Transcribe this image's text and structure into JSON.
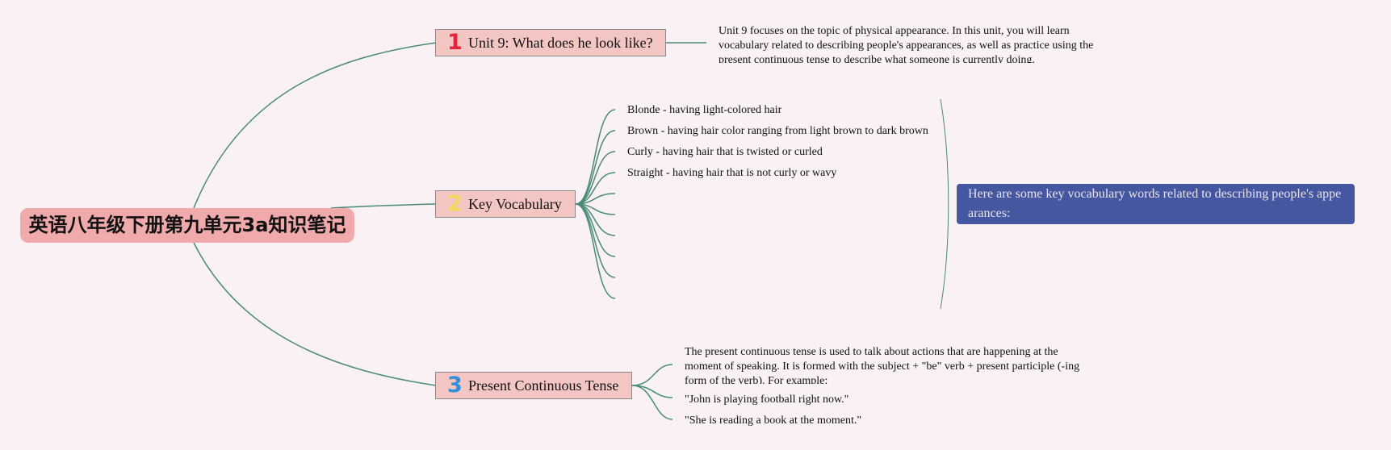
{
  "root": {
    "title": "英语八年级下册第九单元3a知识笔记"
  },
  "topics": [
    {
      "number": "1",
      "number_color": "#e3243b",
      "label": "Unit 9: What does he look like?",
      "description": "Unit 9 focuses on the topic of physical appearance. In this unit, you will learn vocabulary related to describing people's appearances, as well as practice using the present continuous tense to describe what someone is currently doing."
    },
    {
      "number": "2",
      "number_color": "#f7d65a",
      "label": "Key Vocabulary",
      "items": [
        "Blonde - having light-colored hair",
        "Brown - having hair color ranging from light brown to dark brown",
        "Curly - having hair that is twisted or curled",
        "Straight - having hair that is not curly or wavy"
      ],
      "note": "Here are some key vocabulary words related to describing people's appearances:"
    },
    {
      "number": "3",
      "number_color": "#2f8fd8",
      "label": "Present Continuous Tense",
      "description": "The present continuous tense is used to talk about actions that are happening at the moment of speaking. It is formed with the subject + \"be\" verb + present participle (-ing form of the verb). For example:",
      "examples": [
        "\"John is playing football right now.\"",
        "\"She is reading a book at the moment.\""
      ]
    }
  ],
  "colors": {
    "background": "#f9f1f3",
    "connector": "#4a8a78",
    "root": "#f0aaab",
    "topic": "#f3c6c4",
    "note": "#4557a0"
  }
}
